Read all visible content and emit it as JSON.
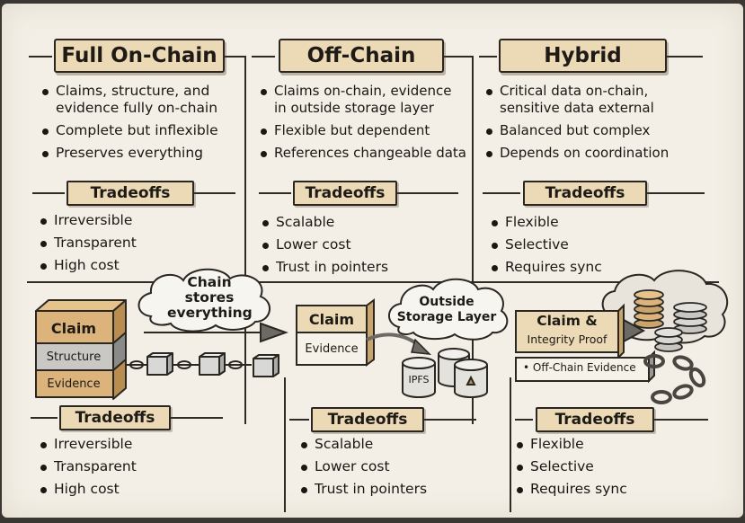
{
  "columns": [
    {
      "title": "Full On-Chain",
      "bullets": [
        "Claims, structure, and evidence fully on-chain",
        "Complete but inflexible",
        "Preserves everything"
      ],
      "tradeoffs_label": "Tradeoffs",
      "tradeoffs": [
        "Irreversible",
        "Transparent",
        "High cost"
      ]
    },
    {
      "title": "Off-Chain",
      "bullets": [
        "Claims on-chain, evidence in outside storage layer",
        "Flexible but dependent",
        "References changeable data"
      ],
      "tradeoffs_label": "Tradeoffs",
      "tradeoffs": [
        "Scalable",
        "Lower cost",
        "Trust in pointers"
      ]
    },
    {
      "title": "Hybrid",
      "bullets": [
        "Critical data on-chain, sensitive data external",
        "Balanced but complex",
        "Depends on coordination"
      ],
      "tradeoffs_label": "Tradeoffs",
      "tradeoffs": [
        "Flexible",
        "Selective",
        "Requires sync"
      ]
    }
  ],
  "illustrations": {
    "onchain": {
      "blocks": [
        "Claim",
        "Structure",
        "Evidence"
      ],
      "cloud": "Chain stores everything"
    },
    "offchain": {
      "claim": "Claim",
      "evidence": "Evidence",
      "cloud": "Outside Storage Layer",
      "ipfs": "IPFS"
    },
    "hybrid": {
      "claim": "Claim &",
      "proof": "Integrity Proof",
      "offchain": "• Off-Chain Evidence"
    }
  },
  "bottom": [
    {
      "tradeoffs_label": "Tradeoffs",
      "tradeoffs": [
        "Irreversible",
        "Transparent",
        "High cost"
      ]
    },
    {
      "tradeoffs_label": "Tradeoffs",
      "tradeoffs": [
        "Scalable",
        "Lower cost",
        "Trust in pointers"
      ]
    },
    {
      "tradeoffs_label": "Tradeoffs",
      "tradeoffs": [
        "Flexible",
        "Selective",
        "Requires sync"
      ]
    }
  ],
  "colors": {
    "paper": "#f3efe6",
    "tag": "#ecd9b6",
    "ink": "#1e1a16"
  }
}
